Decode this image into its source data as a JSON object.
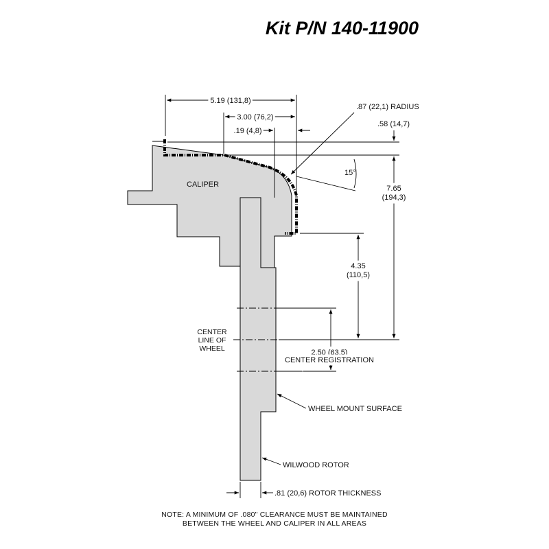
{
  "title": "Kit P/N 140-11900",
  "labels": {
    "caliper": "CALIPER",
    "center_line_1": "CENTER",
    "center_line_2": "LINE OF",
    "center_line_3": "WHEEL",
    "wheel_mount_surface": "WHEEL MOUNT SURFACE",
    "wilwood_rotor": "WILWOOD ROTOR"
  },
  "dimensions": {
    "width_519": "5.19 (131,8)",
    "width_300": "3.00 (76,2)",
    "offset_019": ".19 (4,8)",
    "radius_087": ".87 (22,1) RADIUS",
    "offset_058": ".58 (14,7)",
    "angle": "15°",
    "height_765_a": "7.65",
    "height_765_b": "(194,3)",
    "height_435_a": "4.35",
    "height_435_b": "(110,5)",
    "center_reg_a": "2.50 (63,5)",
    "center_reg_b": "CENTER REGISTRATION",
    "rotor_thickness": ".81 (20,6) ROTOR THICKNESS"
  },
  "note": {
    "line1": "NOTE: A MINIMUM OF .080\" CLEARANCE MUST BE MAINTAINED",
    "line2": "BETWEEN THE WHEEL AND CALIPER IN ALL AREAS"
  }
}
